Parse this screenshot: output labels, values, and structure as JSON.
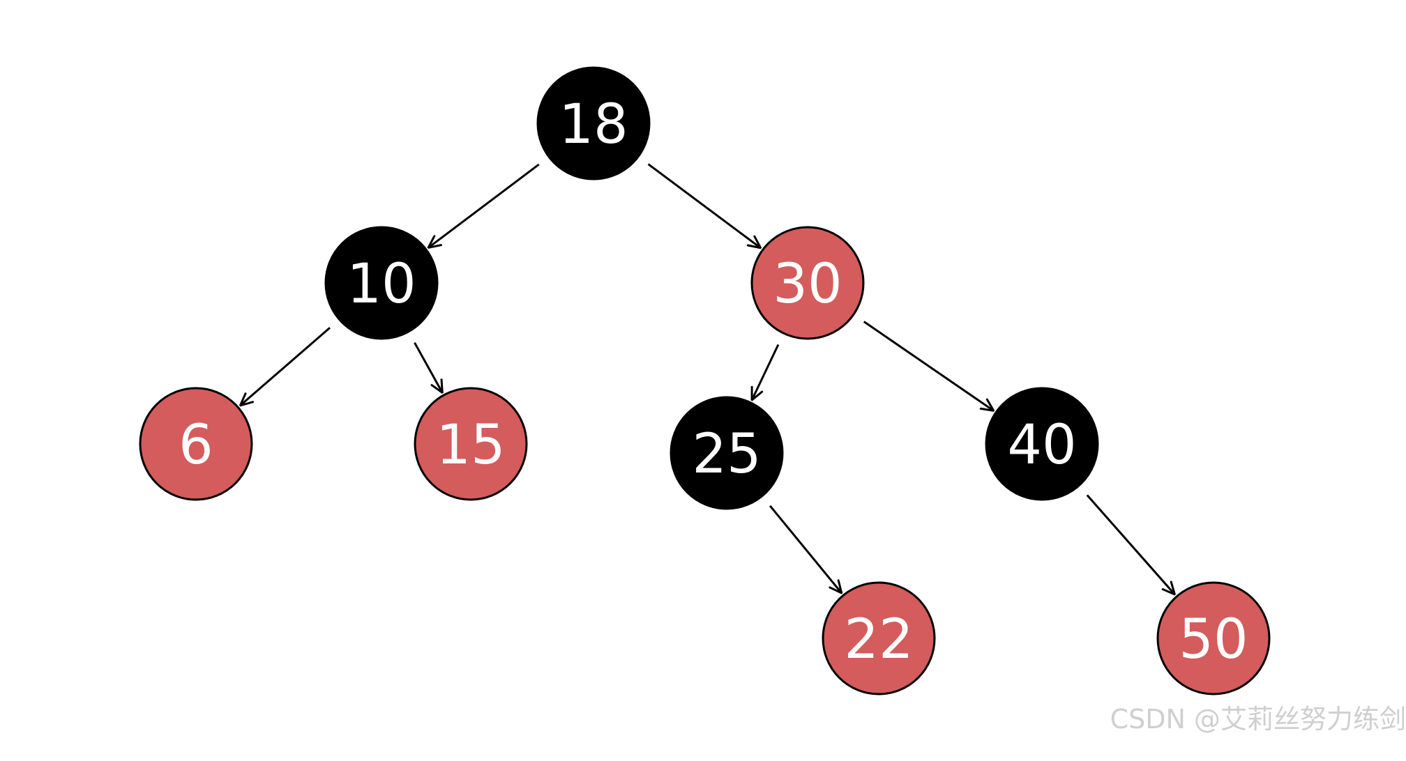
{
  "colors": {
    "black_node": "#000000",
    "red_node": "#d45c5c",
    "label": "#ffffff",
    "edge": "#000000",
    "watermark": "#cfcfcf"
  },
  "nodes": [
    {
      "id": "n18",
      "label": "18",
      "color": "black"
    },
    {
      "id": "n10",
      "label": "10",
      "color": "black"
    },
    {
      "id": "n30",
      "label": "30",
      "color": "red"
    },
    {
      "id": "n6",
      "label": "6",
      "color": "red"
    },
    {
      "id": "n15",
      "label": "15",
      "color": "red"
    },
    {
      "id": "n25",
      "label": "25",
      "color": "black"
    },
    {
      "id": "n40",
      "label": "40",
      "color": "black"
    },
    {
      "id": "n22",
      "label": "22",
      "color": "red"
    },
    {
      "id": "n50",
      "label": "50",
      "color": "red"
    }
  ],
  "edges": [
    {
      "from": "n18",
      "to": "n10"
    },
    {
      "from": "n18",
      "to": "n30"
    },
    {
      "from": "n10",
      "to": "n6"
    },
    {
      "from": "n10",
      "to": "n15"
    },
    {
      "from": "n30",
      "to": "n25"
    },
    {
      "from": "n30",
      "to": "n40"
    },
    {
      "from": "n25",
      "to": "n22"
    },
    {
      "from": "n40",
      "to": "n50"
    }
  ],
  "watermark": "CSDN @艾莉丝努力练剑"
}
